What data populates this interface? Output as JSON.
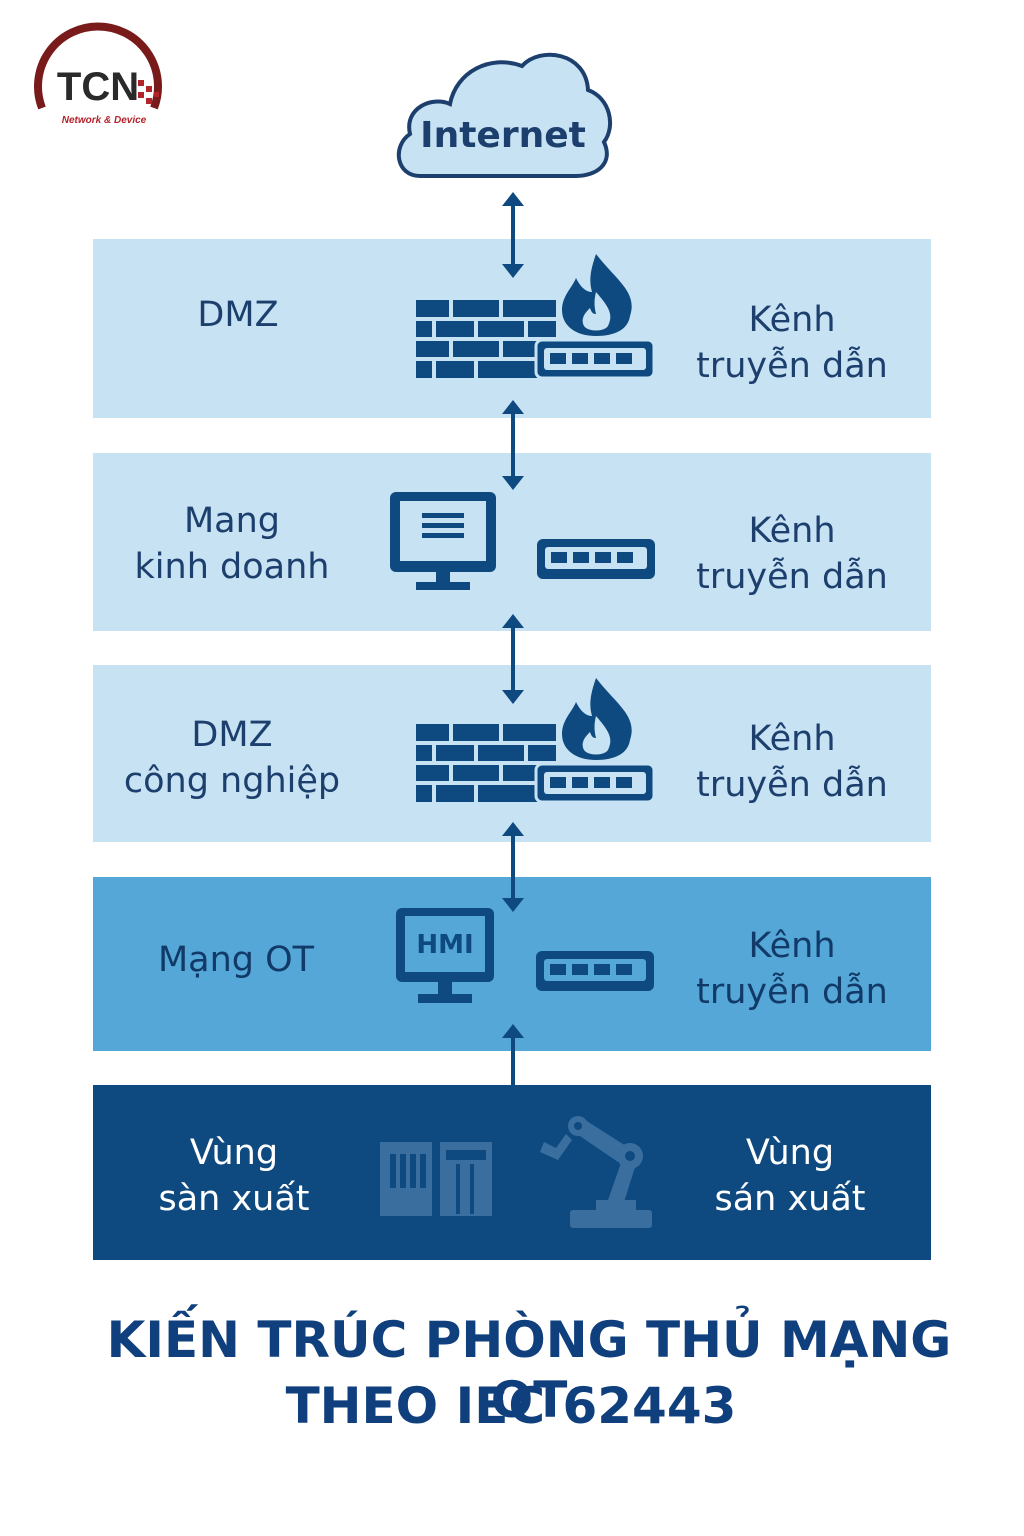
{
  "logo": {
    "text": "TCN",
    "subtitle": "Network & Device"
  },
  "internet": {
    "label": "Internet"
  },
  "layers": [
    {
      "left": "DMZ",
      "right": [
        "Kênh",
        "truyễn dẫn"
      ]
    },
    {
      "left": [
        "Mang",
        "kinh doanh"
      ],
      "right": [
        "Kênh",
        "truyễn dẫn"
      ]
    },
    {
      "left": [
        "DMZ",
        "công nghiệp"
      ],
      "right": [
        "Kênh",
        "truyễn dẫn"
      ]
    },
    {
      "left": "Mạng OT",
      "hmi": "HMI",
      "right": [
        "Kênh",
        "truyễn dẫn"
      ]
    },
    {
      "left": [
        "Vùng",
        "sàn xuất"
      ],
      "right": [
        "Vùng",
        "sán xuất"
      ]
    }
  ],
  "title": {
    "line1": "KIẾN TRÚC PHÒNG THỦ MẠNG OT",
    "line2": "THEO IEC 62443"
  },
  "colors": {
    "light_layer": "#c6e2f3",
    "mid_layer": "#55a7d7",
    "dark_layer": "#0e4a80",
    "icon": "#0e4a80",
    "title": "#0f3f7c",
    "logo": "#b3242a"
  }
}
